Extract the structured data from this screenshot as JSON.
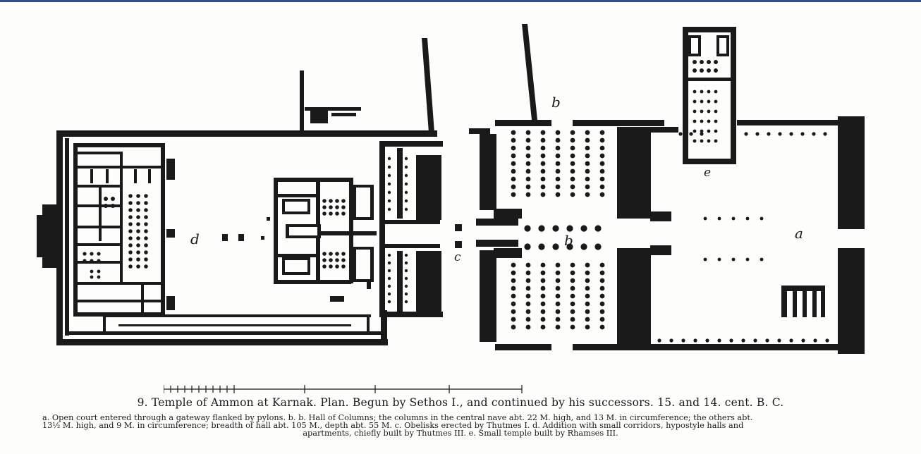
{
  "labels": {
    "d": "d",
    "b_top": "b",
    "b_center": "b",
    "c": "c",
    "e": "e",
    "a": "a"
  },
  "caption": {
    "title": "9. Temple of Ammon at Karnak. Plan. Begun by Sethos I., and continued by his successors. 15. and 14. cent. B. C.",
    "line1": "a. Open court entered through a gateway flanked by pylons. b. b. Hall of Columns; the columns in the central nave abt. 22 M. high, and 13 M. in circumference; the others abt.",
    "line2": "13½ M. high, and 9 M. in circumference; breadth of hall abt. 105 M., depth abt. 55 M. c. Obelisks erected by Thutmes I. d. Addition with small corridors, hypostyle halls and",
    "line3": "apartments, chiefly built by Thutmes III. e. Small temple built by Rhamses III."
  },
  "colors": {
    "ink": "#1a1a1a",
    "paper": "#fdfdfb",
    "border": "#2f4f8f"
  }
}
